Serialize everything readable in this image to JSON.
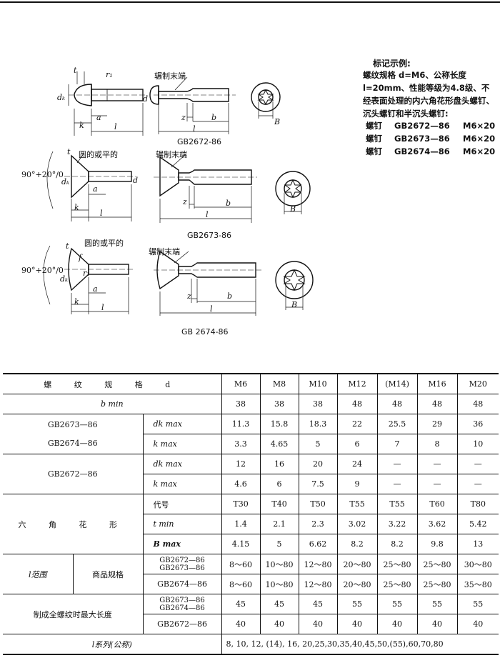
{
  "drawings": {
    "d1": {
      "title": "GB2672-86",
      "rolled_end": "辗制末端",
      "dims": {
        "t": "t",
        "r1": "r₁",
        "dk": "dₖ",
        "d": "d",
        "a": "a",
        "k": "k",
        "l": "l",
        "z": "z",
        "b": "b",
        "B": "B"
      }
    },
    "d2": {
      "title": "GB2673-86",
      "round_flat": "圆的或平的",
      "rolled_end": "辗制末端",
      "angle": "90°+20°/0",
      "dims": {
        "t": "t",
        "dk": "dₖ",
        "d": "d",
        "a": "a",
        "k": "k",
        "l": "l",
        "z": "z",
        "b": "b",
        "B": "B"
      }
    },
    "d3": {
      "title": "GB 2674-86",
      "round_flat": "圆的或平的",
      "rolled_end": "辗制末端",
      "angle": "90°+20°/0",
      "dims": {
        "t": "t",
        "f": "f",
        "dk": "dₖ",
        "r1": "r₁",
        "a": "a",
        "k": "k",
        "l": "l",
        "z": "z",
        "b": "b",
        "B": "B"
      }
    }
  },
  "marking": {
    "title": "标记示例:",
    "body": "螺纹规格 d=M6、公称长度 l=20mm、性能等级为4.8级、不经表面处理的内六角花形盘头螺钉、沉头螺钉和半沉头螺钉:",
    "rows": [
      {
        "name": "螺钉",
        "std": "GB2672—86",
        "spec": "M6×20"
      },
      {
        "name": "螺钉",
        "std": "GB2673—86",
        "spec": "M6×20"
      },
      {
        "name": "螺钉",
        "std": "GB2674—86",
        "spec": "M6×20"
      }
    ]
  },
  "table": {
    "header_label": "螺 纹 规 格 d",
    "sizes": [
      "M6",
      "M8",
      "M10",
      "M12",
      "(M14)",
      "M16",
      "M20"
    ],
    "b_label": "b  min",
    "b": [
      "38",
      "38",
      "38",
      "48",
      "48",
      "48",
      "48"
    ],
    "g1_label_a": "GB2673—86",
    "g1_label_b": "GB2674—86",
    "g1_dk_label": "dk  max",
    "g1_dk": [
      "11.3",
      "15.8",
      "18.3",
      "22",
      "25.5",
      "29",
      "36"
    ],
    "g1_k_label": "k  max",
    "g1_k": [
      "3.3",
      "4.65",
      "5",
      "6",
      "7",
      "8",
      "10"
    ],
    "g2_label": "GB2672—86",
    "g2_dk_label": "dk  max",
    "g2_dk": [
      "12",
      "16",
      "20",
      "24",
      "—",
      "—",
      "—"
    ],
    "g2_k_label": "k  max",
    "g2_k": [
      "4.6",
      "6",
      "7.5",
      "9",
      "—",
      "—",
      "—"
    ],
    "hex_label": "六 角 花 形",
    "code_label": "代号",
    "code": [
      "T30",
      "T40",
      "T50",
      "T55",
      "T55",
      "T60",
      "T80"
    ],
    "t_label": "t   min",
    "t": [
      "1.4",
      "2.1",
      "2.3",
      "3.02",
      "3.22",
      "3.62",
      "5.42"
    ],
    "B_label": "B   max",
    "B": [
      "4.15",
      "5",
      "6.62",
      "8.2",
      "8.2",
      "9.8",
      "13"
    ],
    "l_range_label": "l范围",
    "commercial_label": "商品规格",
    "l1_std_a": "GB2672—86",
    "l1_std_b": "GB2673—86",
    "l1": [
      "8～60",
      "10～80",
      "12～80",
      "20～80",
      "25～80",
      "25～80",
      "30～80"
    ],
    "l2_std": "GB2674—86",
    "l2": [
      "8～60",
      "10～80",
      "12～80",
      "20～80",
      "25～80",
      "25～80",
      "35～80"
    ],
    "full_label": "制成全螺纹时最大长度",
    "f1_std_a": "GB2673—86",
    "f1_std_b": "GB2674—86",
    "f1": [
      "45",
      "45",
      "45",
      "55",
      "55",
      "55",
      "55"
    ],
    "f2_std": "GB2672—86",
    "f2": [
      "40",
      "40",
      "40",
      "40",
      "40",
      "40",
      "40"
    ],
    "series_label": "l系列(公称)",
    "series": "8, 10, 12, (14), 16, 20,25,30,35,40,45,50,(55),60,70,80"
  }
}
